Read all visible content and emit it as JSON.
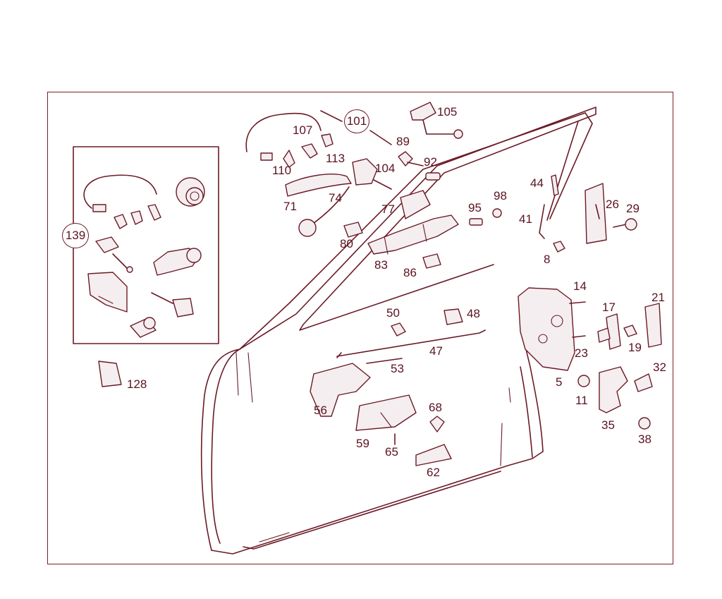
{
  "labels": {
    "p101": "101",
    "p105": "105",
    "p107": "107",
    "p89": "89",
    "p113": "113",
    "p110": "110",
    "p104": "104",
    "p92": "92",
    "p71": "71",
    "p74": "74",
    "p77": "77",
    "p44": "44",
    "p98": "98",
    "p95": "95",
    "p26": "26",
    "p29": "29",
    "p41": "41",
    "p80": "80",
    "p139": "139",
    "p83": "83",
    "p86": "86",
    "p8": "8",
    "p14": "14",
    "p21": "21",
    "p17": "17",
    "p50": "50",
    "p48": "48",
    "p47": "47",
    "p23": "23",
    "p19": "19",
    "p53": "53",
    "p32": "32",
    "p5": "5",
    "p128": "128",
    "p56": "56",
    "p11": "11",
    "p68": "68",
    "p35": "35",
    "p38": "38",
    "p59": "59",
    "p65": "65",
    "p62": "62"
  }
}
